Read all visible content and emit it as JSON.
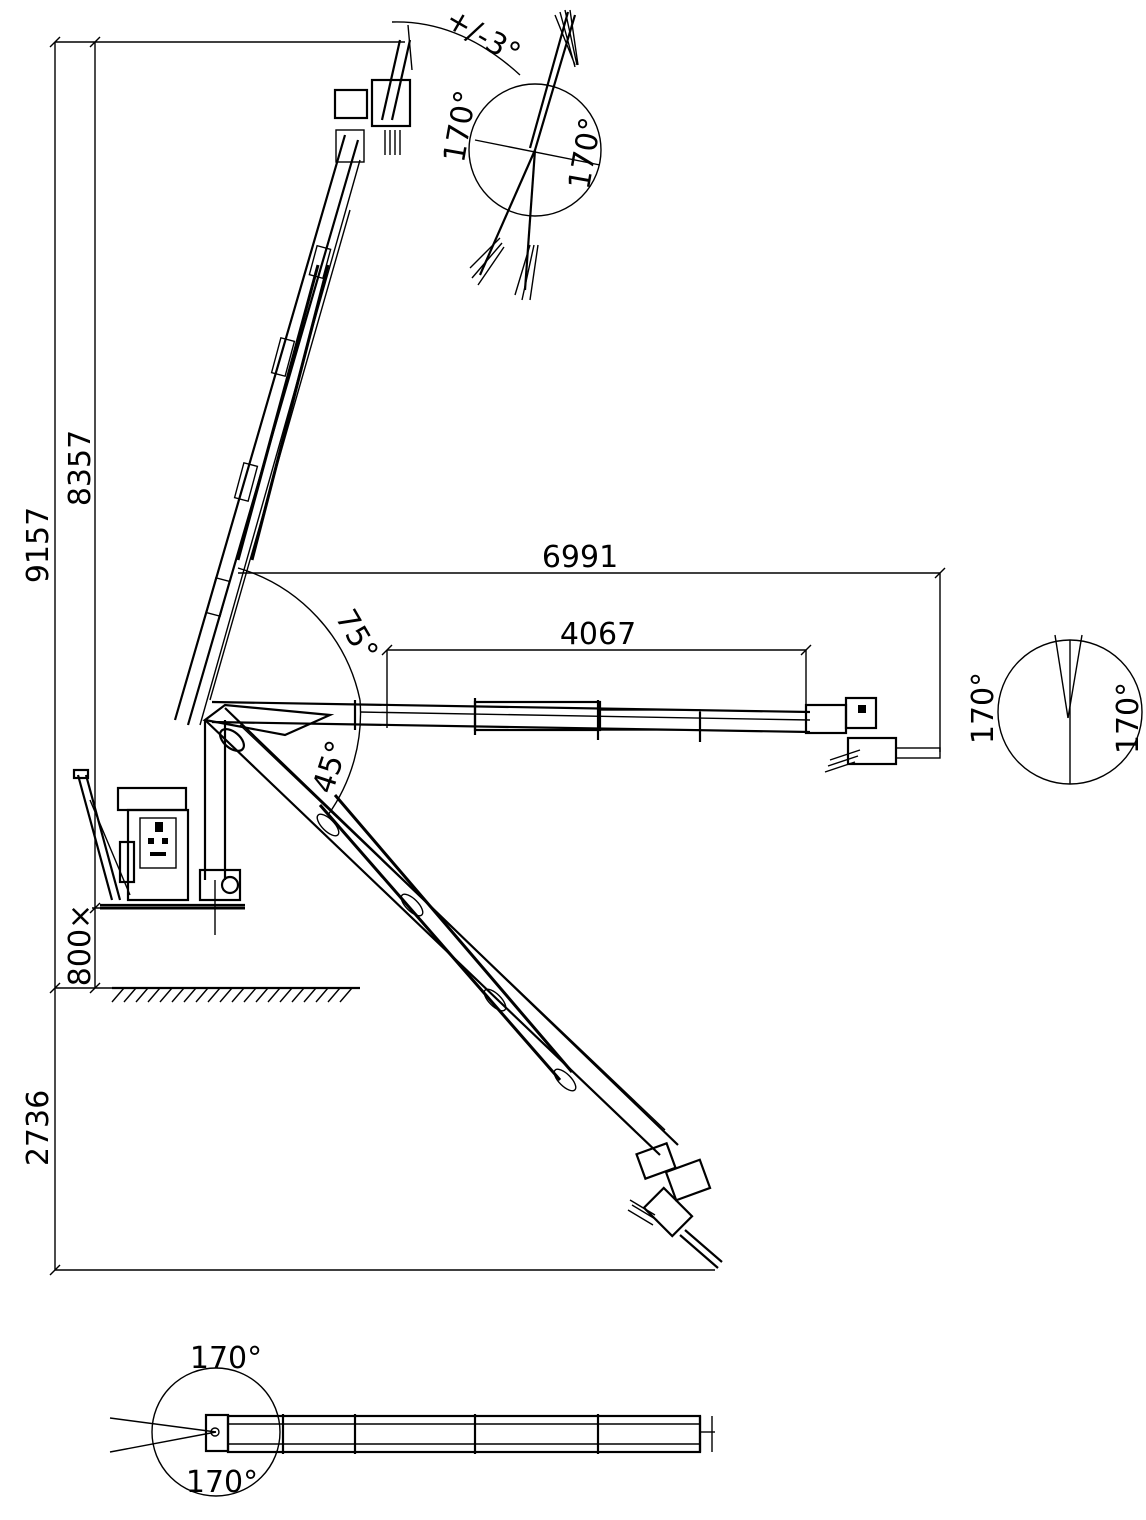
{
  "drawing": {
    "dimensions": {
      "total_height": "9157",
      "height_above_ground": "8357",
      "base_height": "800×",
      "below_ground": "2736",
      "max_outreach": "6991",
      "outreach_horizontal": "4067"
    },
    "angles": {
      "tilt": "+/-3°",
      "boom_up": "75°",
      "boom_down": "45°",
      "rotation_left": "170°",
      "rotation_right": "170°"
    }
  }
}
